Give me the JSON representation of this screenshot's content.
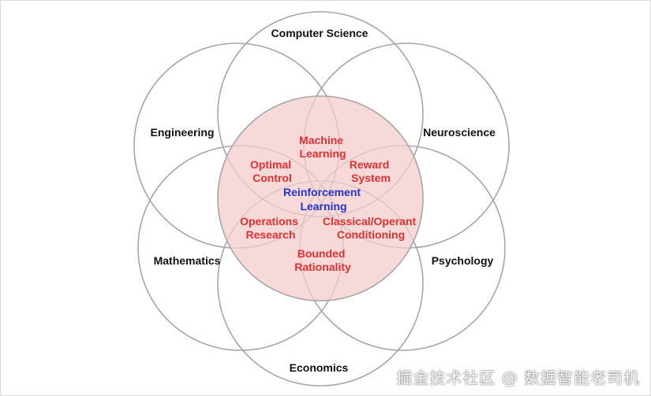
{
  "fields": {
    "computer_science": "Computer Science",
    "engineering": "Engineering",
    "neuroscience": "Neuroscience",
    "mathematics": "Mathematics",
    "psychology": "Psychology",
    "economics": "Economics"
  },
  "subfields": {
    "machine_learning": [
      "Machine",
      "Learning"
    ],
    "optimal_control": [
      "Optimal",
      "Control"
    ],
    "reward_system": [
      "Reward",
      "System"
    ],
    "operations_research": [
      "Operations",
      "Research"
    ],
    "classical_operant": [
      "Classical/Operant",
      "Conditioning"
    ],
    "bounded_rationality": [
      "Bounded",
      "Rationality"
    ]
  },
  "core": [
    "Reinforcement",
    "Learning"
  ],
  "watermark": "掘金技术社区 @ 数据智能老司机",
  "colors": {
    "circle_stroke": "#a6a6a6",
    "center_fill": "#f4cccc",
    "subfield_text": "#e03030",
    "core_text": "#2233cc",
    "field_text": "#111111"
  }
}
